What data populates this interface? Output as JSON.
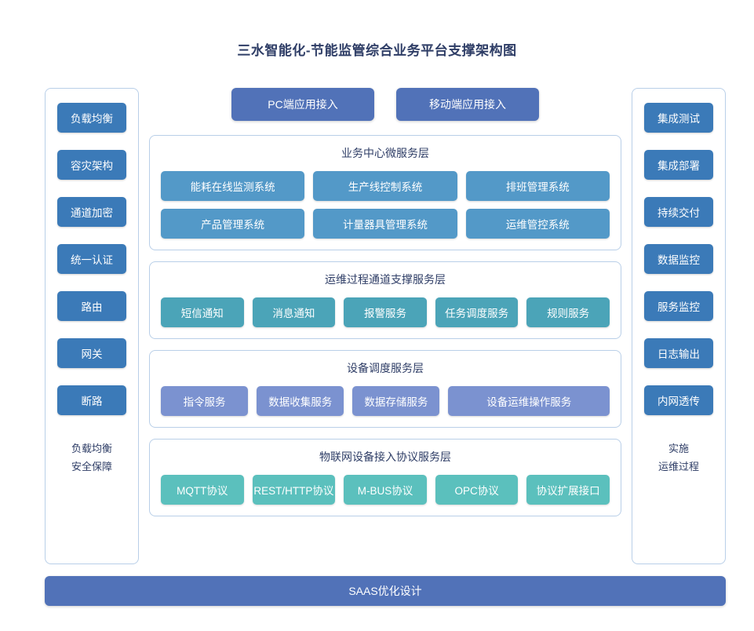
{
  "page": {
    "title": "三水智能化-节能监管综合业务平台支撑架构图"
  },
  "colors": {
    "accent_indigo": "#5172b8",
    "sidebar_blue": "#3b7ab8",
    "business_blue": "#5399c8",
    "ops_teal": "#4ba4b8",
    "device_periwinkle": "#7b92d0",
    "iot_teal": "#5bc0bd",
    "panel_border": "#b9cfe8",
    "title_text": "#2e3d66"
  },
  "left_sidebar": {
    "items": [
      {
        "label": "负载均衡"
      },
      {
        "label": "容灾架构"
      },
      {
        "label": "通道加密"
      },
      {
        "label": "统一认证"
      },
      {
        "label": "路由"
      },
      {
        "label": "网关"
      },
      {
        "label": "断路"
      }
    ],
    "footer_line1": "负载均衡",
    "footer_line2": "安全保障"
  },
  "right_sidebar": {
    "items": [
      {
        "label": "集成测试"
      },
      {
        "label": "集成部署"
      },
      {
        "label": "持续交付"
      },
      {
        "label": "数据监控"
      },
      {
        "label": "服务监控"
      },
      {
        "label": "日志输出"
      },
      {
        "label": "内网透传"
      }
    ],
    "footer_line1": "实施",
    "footer_line2": "运维过程"
  },
  "access_buttons": [
    {
      "label": "PC端应用接入"
    },
    {
      "label": "移动端应用接入"
    }
  ],
  "layers": [
    {
      "title": "业务中心微服务层",
      "rows": [
        [
          {
            "label": "能耗在线监测系统"
          },
          {
            "label": "生产线控制系统"
          },
          {
            "label": "排班管理系统"
          }
        ],
        [
          {
            "label": "产品管理系统"
          },
          {
            "label": "计量器具管理系统"
          },
          {
            "label": "运维管控系统"
          }
        ]
      ]
    },
    {
      "title": "运维过程通道支撑服务层",
      "rows": [
        [
          {
            "label": "短信通知"
          },
          {
            "label": "消息通知"
          },
          {
            "label": "报警服务"
          },
          {
            "label": "任务调度服务"
          },
          {
            "label": "规则服务"
          }
        ]
      ]
    },
    {
      "title": "设备调度服务层",
      "rows": [
        [
          {
            "label": "指令服务"
          },
          {
            "label": "数据收集服务"
          },
          {
            "label": "数据存储服务"
          },
          {
            "label": "设备运维操作服务"
          }
        ]
      ]
    },
    {
      "title": "物联网设备接入协议服务层",
      "rows": [
        [
          {
            "label": "MQTT协议"
          },
          {
            "label": "REST/HTTP协议"
          },
          {
            "label": "M-BUS协议"
          },
          {
            "label": "OPC协议"
          },
          {
            "label": "协议扩展接口"
          }
        ]
      ]
    }
  ],
  "bottom_bar": {
    "label": "SAAS优化设计"
  }
}
